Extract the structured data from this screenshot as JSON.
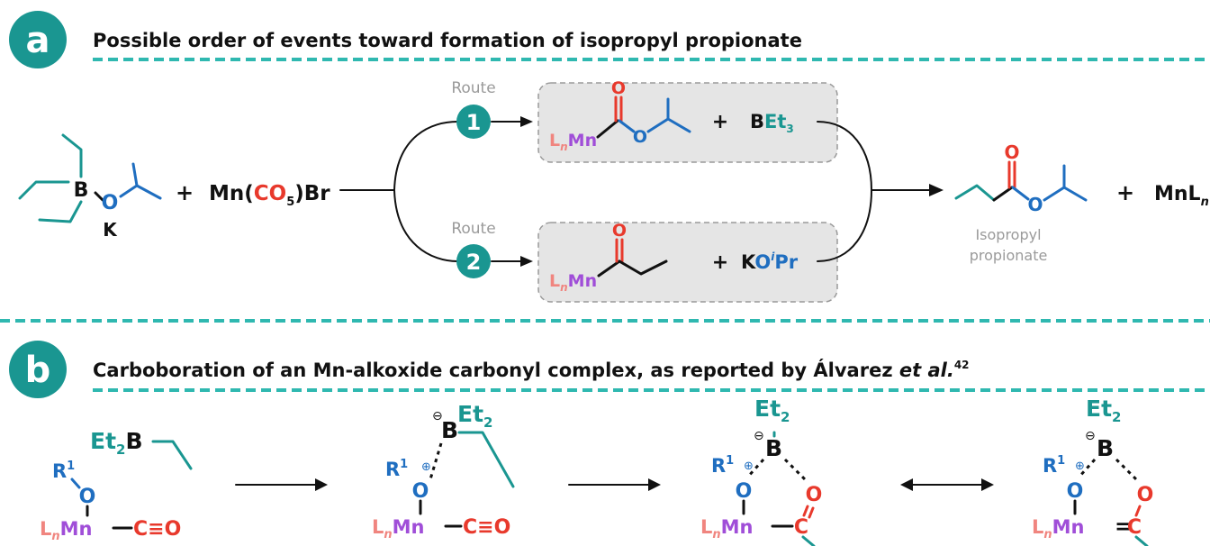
{
  "colors": {
    "teal": "#1a9691",
    "dash_teal": "#2fb8b0",
    "red": "#e8392c",
    "blue": "#1f6ec0",
    "purple": "#a04ed8",
    "pink": "#f0857f",
    "gray_box": "#e5e5e5",
    "gray_text": "#9a9a9a",
    "black": "#111111"
  },
  "panel_a": {
    "badge": "a",
    "title": "Possible order of events toward formation of isopropyl propionate",
    "reactant": {
      "B": "B",
      "O": "O",
      "K": "K"
    },
    "plus1": "+",
    "mn_complex": {
      "mn": "Mn(",
      "co": "CO",
      "sub5": "5",
      "br": ")Br"
    },
    "route1": {
      "label": "Route",
      "number": "1",
      "ln": "L",
      "ln_sub": "n",
      "mn": "Mn",
      "o_carbonyl": "O",
      "o_ester": "O",
      "plus": "+",
      "beb": "B",
      "et": "Et",
      "sub3": "3"
    },
    "route2": {
      "label": "Route",
      "number": "2",
      "ln": "L",
      "ln_sub": "n",
      "mn": "Mn",
      "o_carbonyl": "O",
      "plus": "+",
      "k": "K",
      "o": "O",
      "i_sup": "i",
      "pr": "Pr"
    },
    "product": {
      "o_carbonyl": "O",
      "o_ester": "O",
      "name_line1": "Isopropyl",
      "name_line2": "propionate",
      "plus": "+",
      "mnl": "MnL",
      "mnl_sub": "n"
    }
  },
  "panel_b": {
    "badge": "b",
    "title_main": "Carboboration of an Mn-alkoxide carbonyl complex, as reported by Álvarez ",
    "title_etal": "et al.",
    "title_ref": "42",
    "s1": {
      "et2": "Et",
      "sub2": "2",
      "b": "B",
      "r": "R",
      "r_sup": "1",
      "o": "O",
      "ln": "L",
      "ln_sub": "n",
      "mn": "Mn",
      "c": "C",
      "triple": "≡",
      "o2": "O"
    },
    "s2": {
      "minus": "⊖",
      "b": "B",
      "et2": "Et",
      "sub2": "2",
      "r": "R",
      "r_sup": "1",
      "plus_charge": "⊕",
      "o": "O",
      "ln": "L",
      "ln_sub": "n",
      "mn": "Mn",
      "c": "C",
      "triple": "≡",
      "o2": "O"
    },
    "s3": {
      "et2": "Et",
      "sub2": "2",
      "minus": "⊖",
      "b": "B",
      "r": "R",
      "r_sup": "1",
      "plus_charge": "⊕",
      "o": "O",
      "o_ring": "O",
      "ln": "L",
      "ln_sub": "n",
      "mn": "Mn",
      "c": "C"
    },
    "s4": {
      "et2": "Et",
      "sub2": "2",
      "minus": "⊖",
      "b": "B",
      "r": "R",
      "r_sup": "1",
      "plus_charge": "⊕",
      "o": "O",
      "o_ring": "O",
      "ln": "L",
      "ln_sub": "n",
      "mn": "Mn",
      "double": "=",
      "c": "C"
    }
  }
}
